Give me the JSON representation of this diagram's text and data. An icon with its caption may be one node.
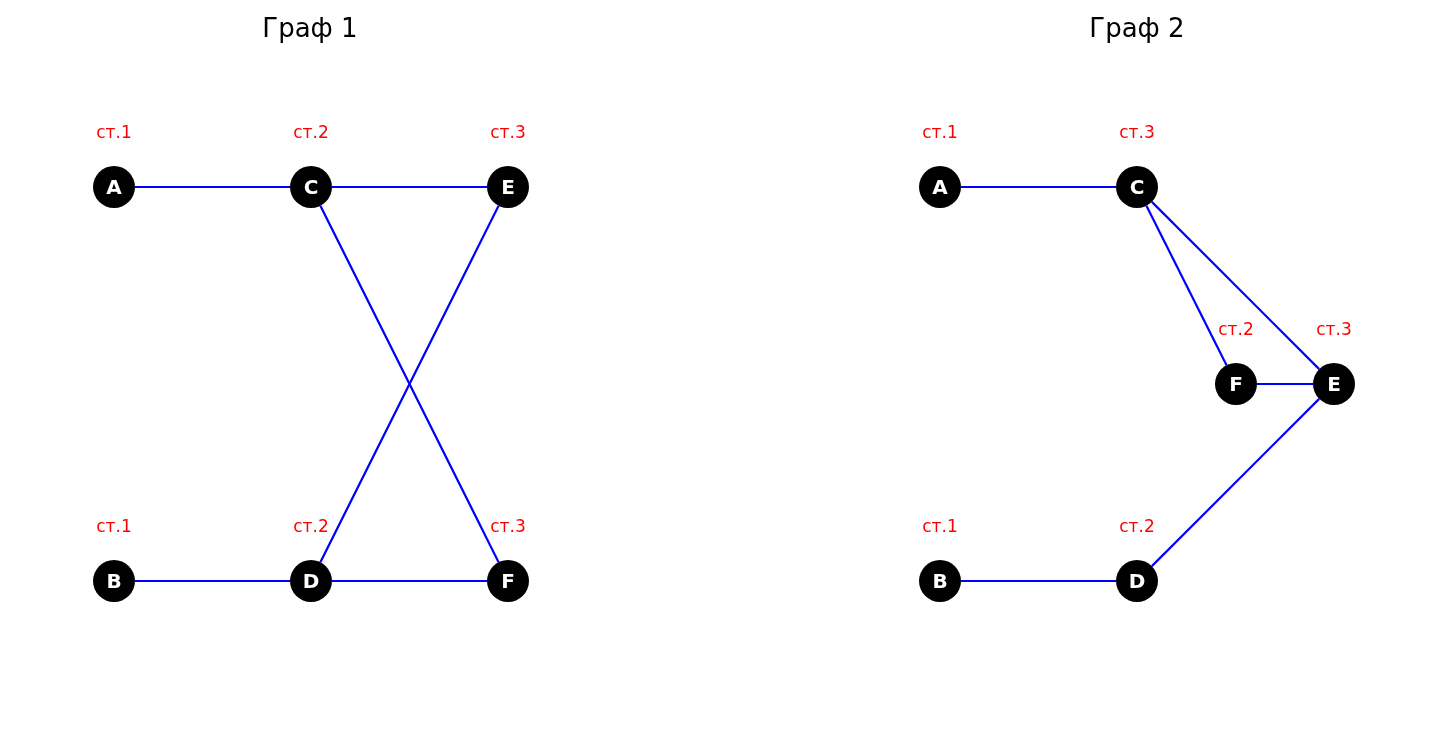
{
  "diagram": {
    "nodes": [
      {
        "text": [
          "A"
        ],
        "beside": [
          "ст.1"
        ]
      },
      {
        "text": [
          "C"
        ],
        "beside": [
          "ст.2"
        ]
      },
      {
        "text": [
          "E"
        ],
        "beside": [
          "ст.3"
        ]
      },
      {
        "text": [
          "B"
        ],
        "beside": [
          "ст.1"
        ]
      },
      {
        "text": [
          "D"
        ],
        "beside": [
          "ст.2"
        ]
      },
      {
        "text": [
          "F"
        ],
        "beside": [
          "ст.3"
        ]
      },
      {
        "text": [
          "A"
        ],
        "beside": [
          "ст.1"
        ]
      },
      {
        "text": [
          "C"
        ],
        "beside": [
          "ст.3"
        ]
      },
      {
        "text": [
          "F"
        ],
        "beside": [
          "ст.2"
        ]
      },
      {
        "text": [
          "E"
        ],
        "beside": [
          "ст.3"
        ]
      },
      {
        "text": [
          "B"
        ],
        "beside": [
          "ст.1"
        ]
      },
      {
        "text": [
          "D"
        ],
        "beside": [
          "ст.2"
        ]
      }
    ],
    "edges": [
      {
        "from": 0,
        "to": 1,
        "arrow": "none"
      },
      {
        "from": 1,
        "to": 2,
        "arrow": "none"
      },
      {
        "from": 1,
        "to": 5,
        "arrow": "none"
      },
      {
        "from": 2,
        "to": 4,
        "arrow": "none"
      },
      {
        "from": 3,
        "to": 4,
        "arrow": "none"
      },
      {
        "from": 4,
        "to": 5,
        "arrow": "none"
      },
      {
        "from": 6,
        "to": 7,
        "arrow": "none"
      },
      {
        "from": 7,
        "to": 8,
        "arrow": "none"
      },
      {
        "from": 7,
        "to": 9,
        "arrow": "none"
      },
      {
        "from": 8,
        "to": 9,
        "arrow": "none"
      },
      {
        "from": 11,
        "to": 9,
        "arrow": "none"
      },
      {
        "from": 10,
        "to": 11,
        "arrow": "none"
      }
    ],
    "labels": [
      "Граф 1",
      "Граф 2"
    ]
  }
}
